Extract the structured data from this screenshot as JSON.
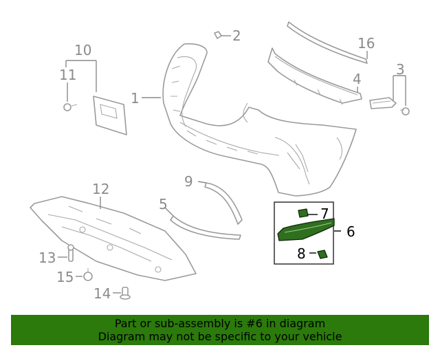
{
  "diagram": {
    "callouts": {
      "c1": "1",
      "c2": "2",
      "c3": "3",
      "c4": "4",
      "c5": "5",
      "c6": "6",
      "c7": "7",
      "c8": "8",
      "c9": "9",
      "c10": "10",
      "c11": "11",
      "c12": "12",
      "c13": "13",
      "c14": "14",
      "c15": "15",
      "c16": "16"
    },
    "highlighted_part": "6",
    "colors": {
      "highlight_fill": "#2f6f1f",
      "line_art": "#9a9a9a",
      "banner_bg": "#2b7a0b"
    }
  },
  "banner": {
    "line1": "Part or sub-assembly is #6 in diagram",
    "line2": "Diagram may not be specific to your vehicle"
  }
}
